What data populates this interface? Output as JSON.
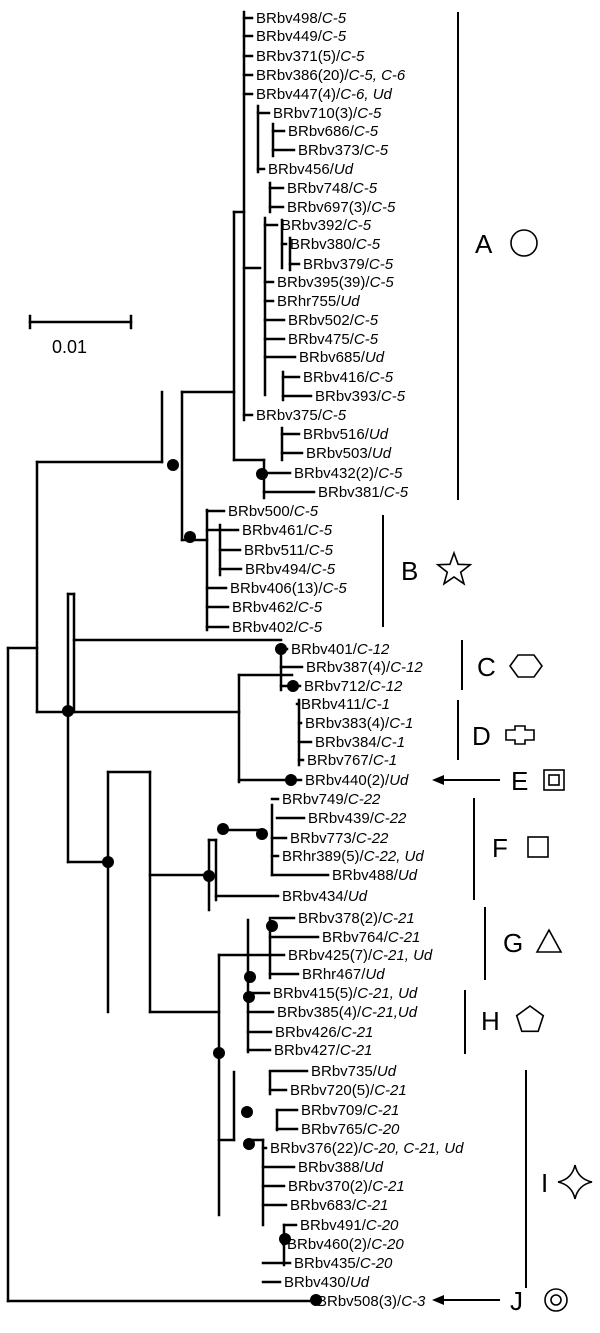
{
  "scale_bar": {
    "label": "0.01"
  },
  "leaves": [
    {
      "id": "BRbv498",
      "dz": "C-5"
    },
    {
      "id": "BRbv449",
      "dz": "C-5"
    },
    {
      "id": "BRbv371(5)",
      "dz": "C-5"
    },
    {
      "id": "BRbv386(20)",
      "dz": "C-5, C-6"
    },
    {
      "id": "BRbv447(4)",
      "dz": "C-6, Ud"
    },
    {
      "id": "BRbv710(3)",
      "dz": "C-5"
    },
    {
      "id": "BRbv686",
      "dz": "C-5"
    },
    {
      "id": "BRbv373",
      "dz": "C-5"
    },
    {
      "id": "BRbv456",
      "dz": "Ud"
    },
    {
      "id": "BRbv748",
      "dz": "C-5"
    },
    {
      "id": "BRbv697(3)",
      "dz": "C-5"
    },
    {
      "id": "BRbv392",
      "dz": "C-5"
    },
    {
      "id": "BRbv380",
      "dz": "C-5"
    },
    {
      "id": "BRbv379",
      "dz": "C-5"
    },
    {
      "id": "BRbv395(39)",
      "dz": "C-5"
    },
    {
      "id": "BRhr755",
      "dz": "Ud"
    },
    {
      "id": "BRbv502",
      "dz": "C-5"
    },
    {
      "id": "BRbv475",
      "dz": "C-5"
    },
    {
      "id": "BRbv685",
      "dz": "Ud"
    },
    {
      "id": "BRbv416",
      "dz": "C-5"
    },
    {
      "id": "BRbv393",
      "dz": "C-5"
    },
    {
      "id": "BRbv375",
      "dz": "C-5"
    },
    {
      "id": "BRbv516",
      "dz": "Ud"
    },
    {
      "id": "BRbv503",
      "dz": "Ud"
    },
    {
      "id": "BRbv432(2)",
      "dz": "C-5"
    },
    {
      "id": "BRbv381",
      "dz": "C-5"
    },
    {
      "id": "BRbv500",
      "dz": "C-5"
    },
    {
      "id": "BRbv461",
      "dz": "C-5"
    },
    {
      "id": "BRbv511",
      "dz": "C-5"
    },
    {
      "id": "BRbv494",
      "dz": "C-5"
    },
    {
      "id": "BRbv406(13)",
      "dz": "C-5"
    },
    {
      "id": "BRbv462",
      "dz": "C-5"
    },
    {
      "id": "BRbv402",
      "dz": "C-5"
    },
    {
      "id": "BRbv401",
      "dz": "C-12"
    },
    {
      "id": "BRbv387(4)",
      "dz": "C-12"
    },
    {
      "id": "BRbv712",
      "dz": "C-12"
    },
    {
      "id": "BRbv411",
      "dz": "C-1"
    },
    {
      "id": "BRbv383(4)",
      "dz": "C-1"
    },
    {
      "id": "BRbv384",
      "dz": "C-1"
    },
    {
      "id": "BRbv767",
      "dz": "C-1"
    },
    {
      "id": "BRbv440(2)",
      "dz": "Ud"
    },
    {
      "id": "BRbv749",
      "dz": "C-22"
    },
    {
      "id": "BRbv439",
      "dz": "C-22"
    },
    {
      "id": "BRbv773",
      "dz": "C-22"
    },
    {
      "id": "BRhr389(5)",
      "dz": "C-22, Ud"
    },
    {
      "id": "BRbv488",
      "dz": "Ud"
    },
    {
      "id": "BRbv434",
      "dz": "Ud"
    },
    {
      "id": "BRbv378(2)",
      "dz": "C-21"
    },
    {
      "id": "BRbv764",
      "dz": "C-21"
    },
    {
      "id": "BRbv425(7)",
      "dz": "C-21, Ud"
    },
    {
      "id": "BRhr467",
      "dz": "Ud"
    },
    {
      "id": "BRbv415(5)",
      "dz": "C-21, Ud"
    },
    {
      "id": "BRbv385(4)",
      "dz": "C-21,Ud"
    },
    {
      "id": "BRbv426",
      "dz": "C-21"
    },
    {
      "id": "BRbv427",
      "dz": "C-21"
    },
    {
      "id": "BRbv735",
      "dz": "Ud"
    },
    {
      "id": "BRbv720(5)",
      "dz": "C-21"
    },
    {
      "id": "BRbv709",
      "dz": "C-21"
    },
    {
      "id": "BRbv765",
      "dz": "C-20"
    },
    {
      "id": "BRbv376(22)",
      "dz": "C-20, C-21, Ud"
    },
    {
      "id": "BRbv388",
      "dz": "Ud"
    },
    {
      "id": "BRbv370(2)",
      "dz": "C-21"
    },
    {
      "id": "BRbv683",
      "dz": "C-21"
    },
    {
      "id": "BRbv491",
      "dz": "C-20"
    },
    {
      "id": "BRbv460(2)",
      "dz": "C-20"
    },
    {
      "id": "BRbv435",
      "dz": "C-20"
    },
    {
      "id": "BRbv430",
      "dz": "Ud"
    },
    {
      "id": "BRbv508(3)",
      "dz": "C-3"
    }
  ],
  "clades": [
    {
      "letter": "A",
      "symbol": "circle-icon"
    },
    {
      "letter": "B",
      "symbol": "star-icon"
    },
    {
      "letter": "C",
      "symbol": "hexagon-icon"
    },
    {
      "letter": "D",
      "symbol": "cross-icon"
    },
    {
      "letter": "E",
      "symbol": "double-square-icon"
    },
    {
      "letter": "F",
      "symbol": "square-icon"
    },
    {
      "letter": "G",
      "symbol": "triangle-icon"
    },
    {
      "letter": "H",
      "symbol": "pentagon-icon"
    },
    {
      "letter": "I",
      "symbol": "four-point-star-icon"
    },
    {
      "letter": "J",
      "symbol": "double-circle-icon"
    }
  ]
}
